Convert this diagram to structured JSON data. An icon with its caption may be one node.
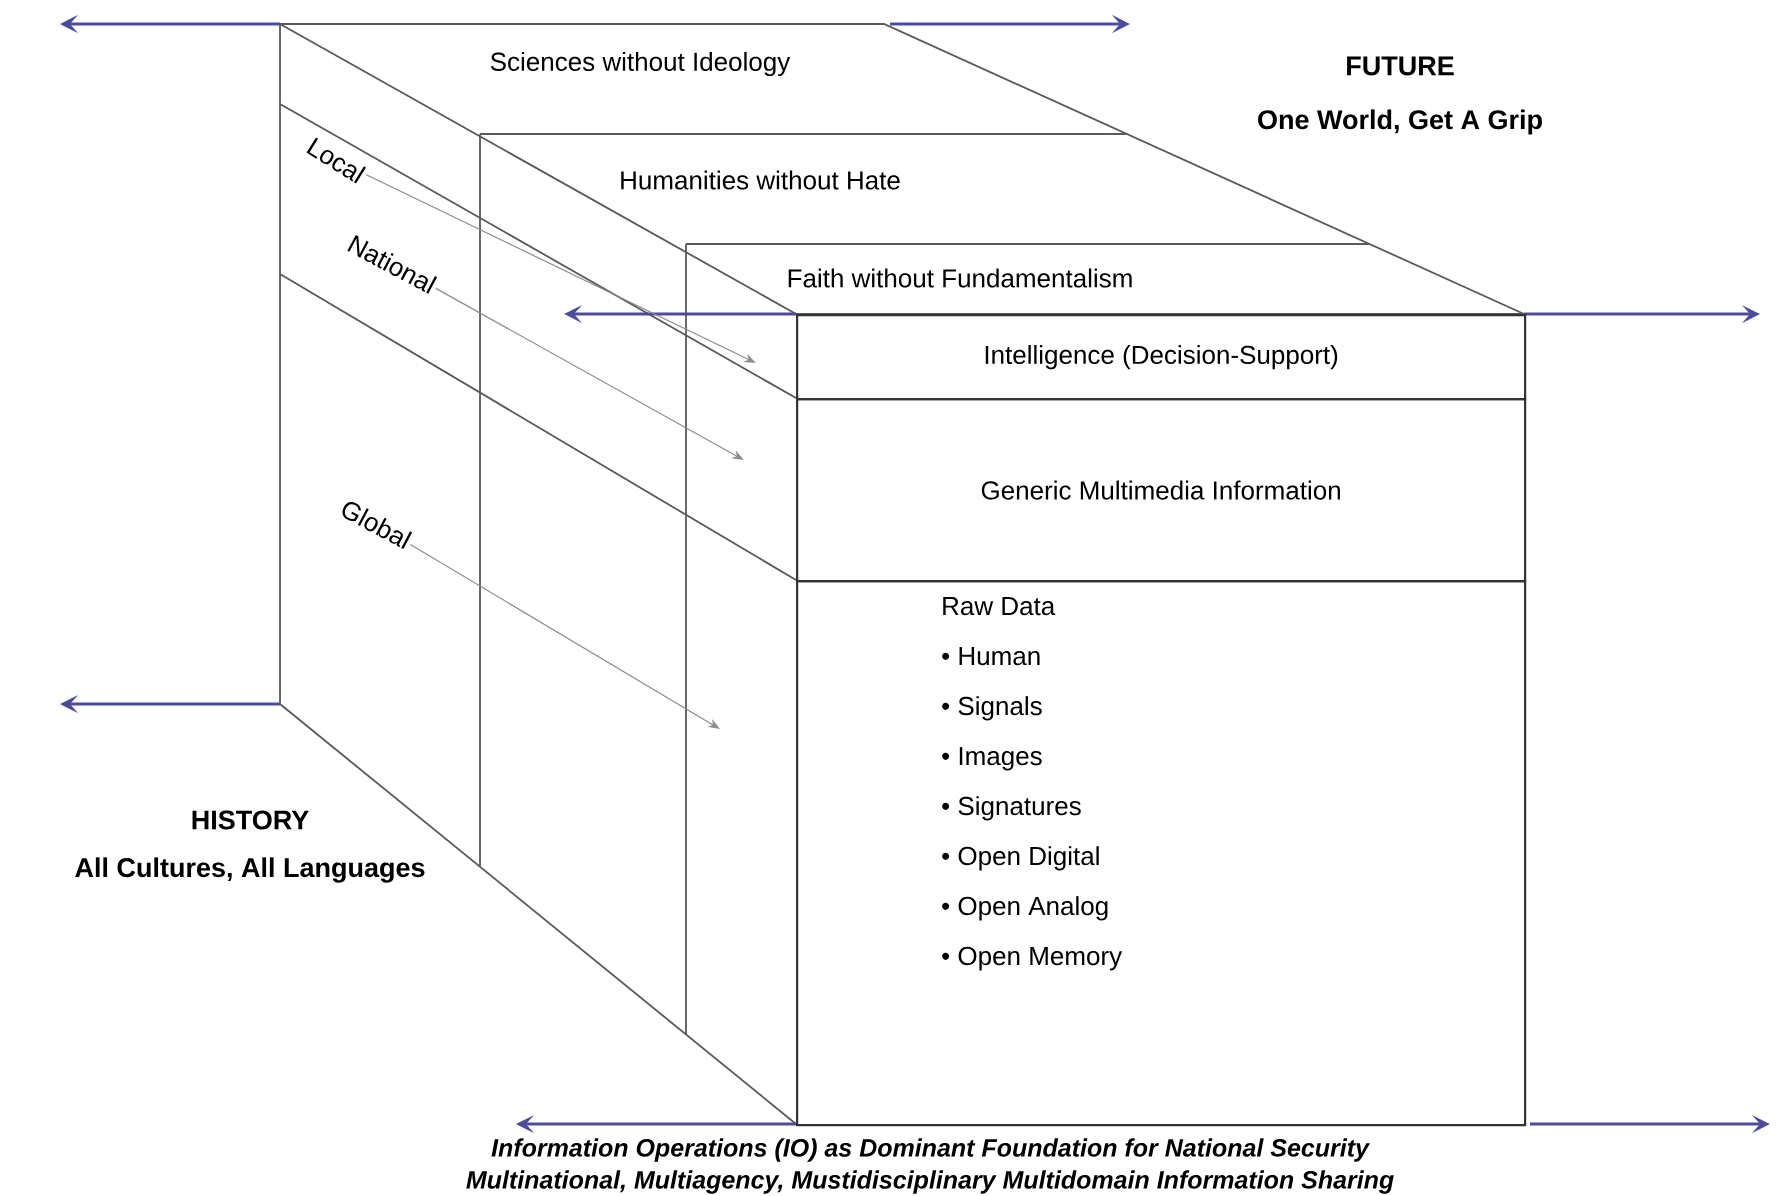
{
  "diagram": {
    "nodes": [
      {
        "text": [
          "Sciences without Ideology"
        ]
      },
      {
        "text": [
          "Humanities without Hate"
        ]
      },
      {
        "text": [
          "Faith without Fundamentalism"
        ]
      },
      {
        "text": [
          "Intelligence (Decision-Support)"
        ]
      },
      {
        "text": [
          "Generic Multimedia Information"
        ]
      },
      {
        "text": [
          "Raw Data",
          "• Human",
          "• Signals",
          "• Images",
          "• Signatures",
          "• Open Digital",
          "• Open Analog",
          "• Open Memory"
        ]
      },
      {
        "text": [
          "Local"
        ]
      },
      {
        "text": [
          "National"
        ]
      },
      {
        "text": [
          "Global"
        ]
      }
    ],
    "edges": [
      {
        "from": 6,
        "to": 3,
        "arrow": "to"
      },
      {
        "from": 7,
        "to": 4,
        "arrow": "to"
      },
      {
        "from": 8,
        "to": 5,
        "arrow": "to"
      }
    ],
    "labels": [
      "FUTURE",
      "One World, Get A Grip",
      "HISTORY",
      "All Cultures, All Languages",
      "Information Operations (IO) as Dominant Foundation for National Security",
      "Multinational, Multiagency, Mustidisciplinary Multidomain Information Sharing"
    ]
  }
}
